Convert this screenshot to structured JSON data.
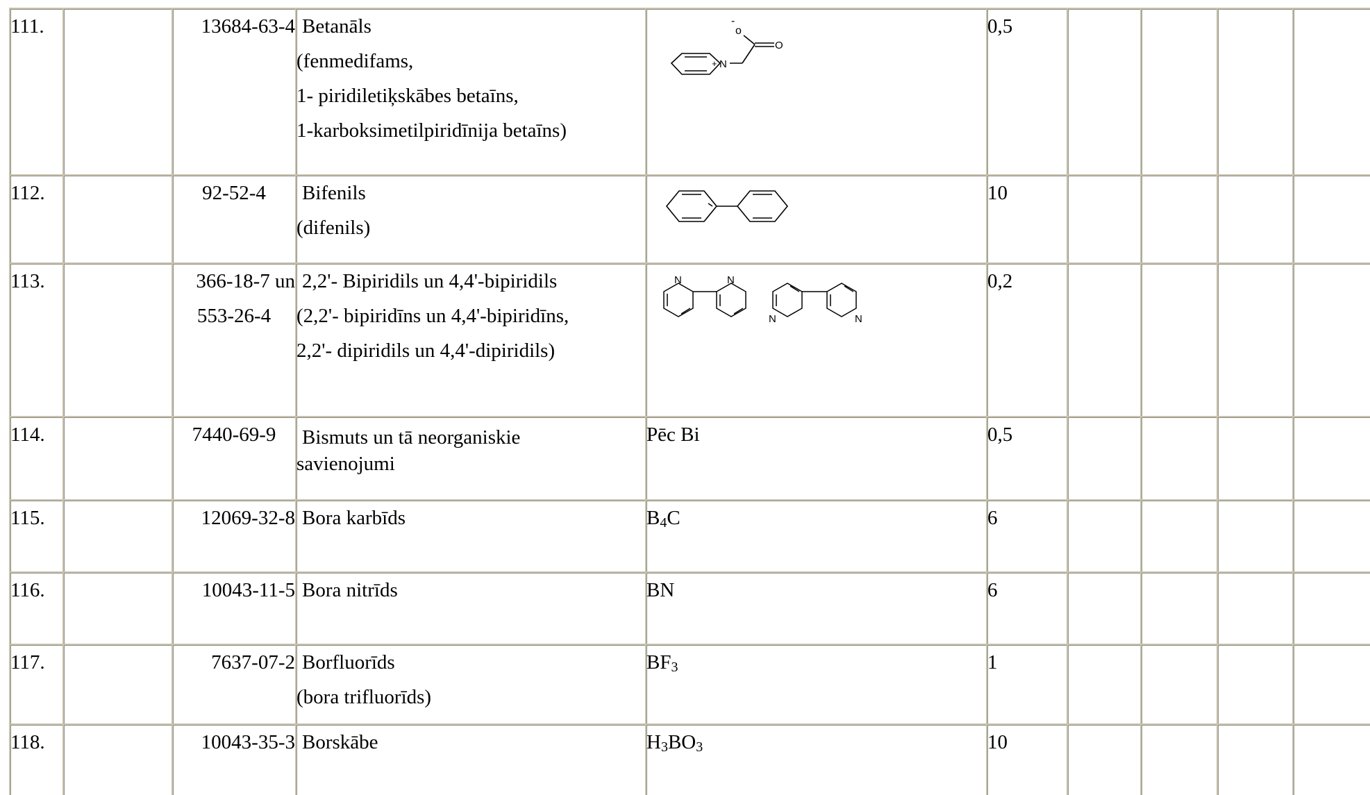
{
  "rows": [
    {
      "num": "111.",
      "cas": [
        "13684-63-4"
      ],
      "name": [
        "Betanāls",
        "(fenmedifams,",
        "1- piridiletiķskābes betaīns,",
        "1-karboksimetilpiridīnija betaīns)"
      ],
      "formula_type": "structure",
      "structure": "carboxymethylpyridinium-betaine",
      "struct_labels": {
        "minus": "-",
        "o": "o",
        "o2": "O",
        "n": "N",
        "plus": "+"
      },
      "value": "0,5"
    },
    {
      "num": "112.",
      "cas": [
        "92-52-4"
      ],
      "name": [
        "Bifenils",
        "(difenils)"
      ],
      "formula_type": "structure",
      "structure": "biphenyl",
      "value": "10"
    },
    {
      "num": "113.",
      "cas": [
        "366-18-7 un",
        "553-26-4"
      ],
      "name": [
        "2,2'- Bipiridils un 4,4'-bipiridils",
        "(2,2'- bipiridīns un 4,4'-bipiridīns,",
        "2,2'- dipiridils un 4,4'-dipiridils)"
      ],
      "formula_type": "structure",
      "structure": "bipyridyls",
      "struct_labels": {
        "n": "N"
      },
      "value": "0,2"
    },
    {
      "num": "114.",
      "cas": [
        "7440-69-9"
      ],
      "name": [
        "Bismuts un tā neorganiskie",
        "savienojumi"
      ],
      "formula_type": "text",
      "formula": [
        {
          "t": "Pēc Bi"
        }
      ],
      "value": "0,5"
    },
    {
      "num": "115.",
      "cas": [
        "12069-32-8"
      ],
      "name": [
        "Bora karbīds"
      ],
      "formula_type": "text",
      "formula": [
        {
          "t": "B"
        },
        {
          "sub": "4"
        },
        {
          "t": "C"
        }
      ],
      "value": "6"
    },
    {
      "num": "116.",
      "cas": [
        "10043-11-5"
      ],
      "name": [
        "Bora nitrīds"
      ],
      "formula_type": "text",
      "formula": [
        {
          "t": "BN"
        }
      ],
      "value": "6"
    },
    {
      "num": "117.",
      "cas": [
        "7637-07-2"
      ],
      "name": [
        "Borfluorīds",
        "(bora trifluorīds)"
      ],
      "formula_type": "text",
      "formula": [
        {
          "t": "BF"
        },
        {
          "sub": "3"
        }
      ],
      "value": "1"
    },
    {
      "num": "118.",
      "cas": [
        "10043-35-3"
      ],
      "name": [
        "Borskābe"
      ],
      "formula_type": "text",
      "formula": [
        {
          "t": "H"
        },
        {
          "sub": "3"
        },
        {
          "t": "BO"
        },
        {
          "sub": "3"
        }
      ],
      "value": "10"
    }
  ]
}
